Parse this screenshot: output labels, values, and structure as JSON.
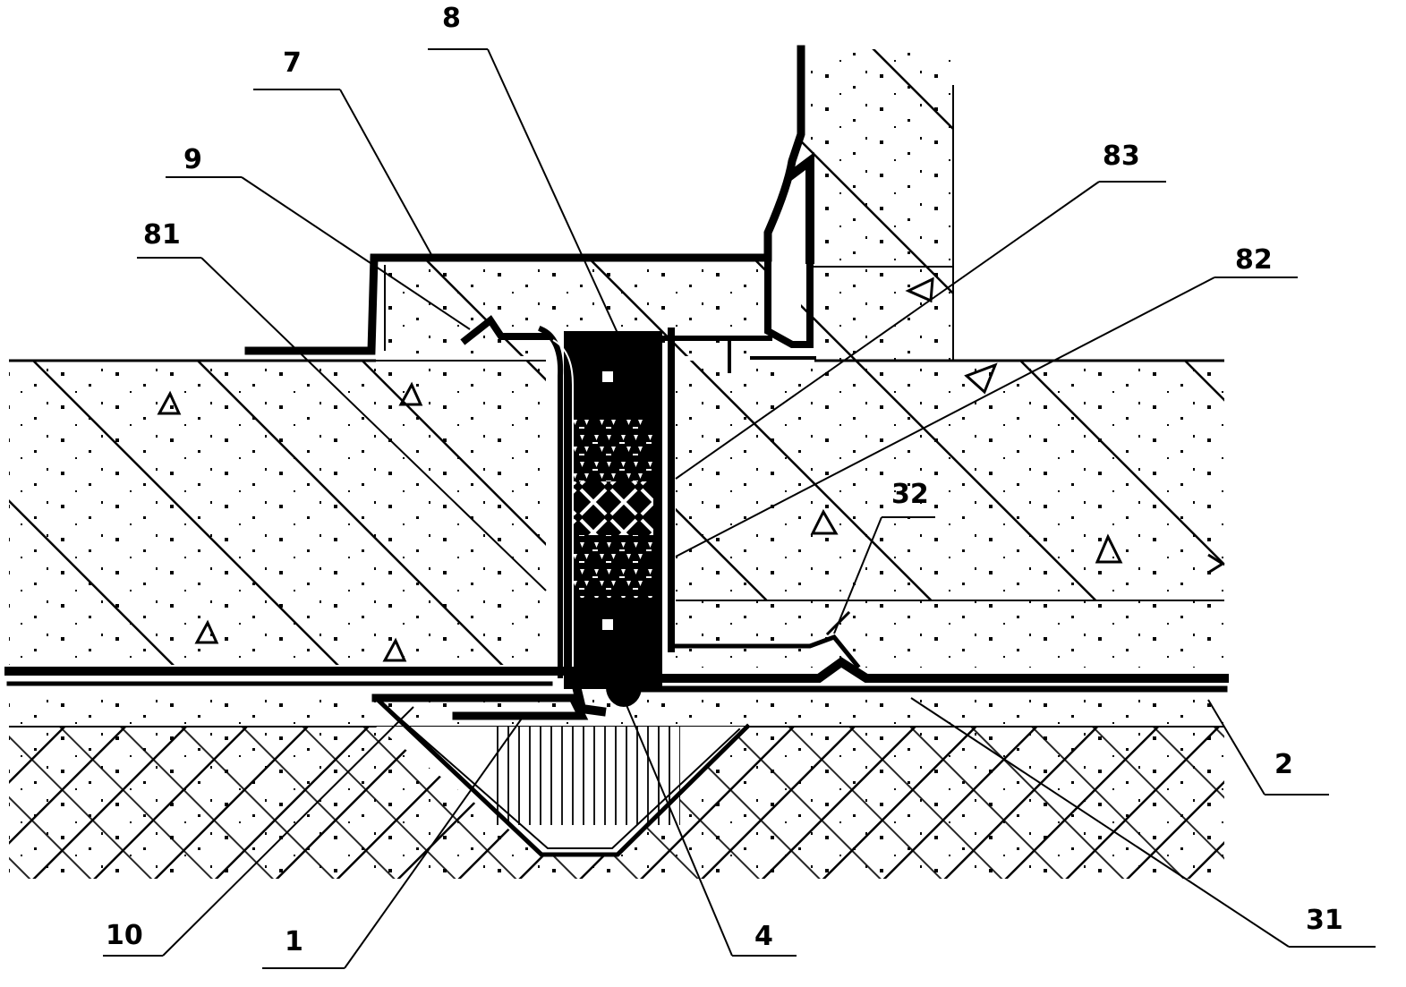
{
  "labels": {
    "l8": "8",
    "l7": "7",
    "l9": "9",
    "l81": "81",
    "l83": "83",
    "l82": "82",
    "l32": "32",
    "l2": "2",
    "l31": "31",
    "l4": "4",
    "l1": "1",
    "l10": "10"
  }
}
